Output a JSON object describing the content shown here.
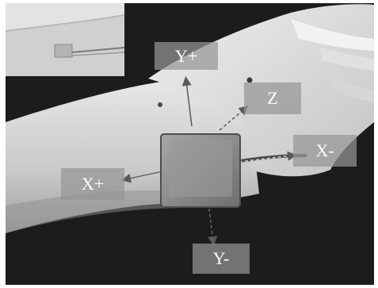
{
  "figure": {
    "axis_labels": {
      "y_plus": "Y+",
      "z": "Z",
      "x_minus": "X-",
      "x_plus": "X+",
      "y_minus": "Y-"
    },
    "colors": {
      "background": "#1a1a1a",
      "skin": "#d9d9d9",
      "sensor": "#8c8c8c",
      "arrow": "#5a5a5a",
      "label_box": "#969696"
    }
  }
}
